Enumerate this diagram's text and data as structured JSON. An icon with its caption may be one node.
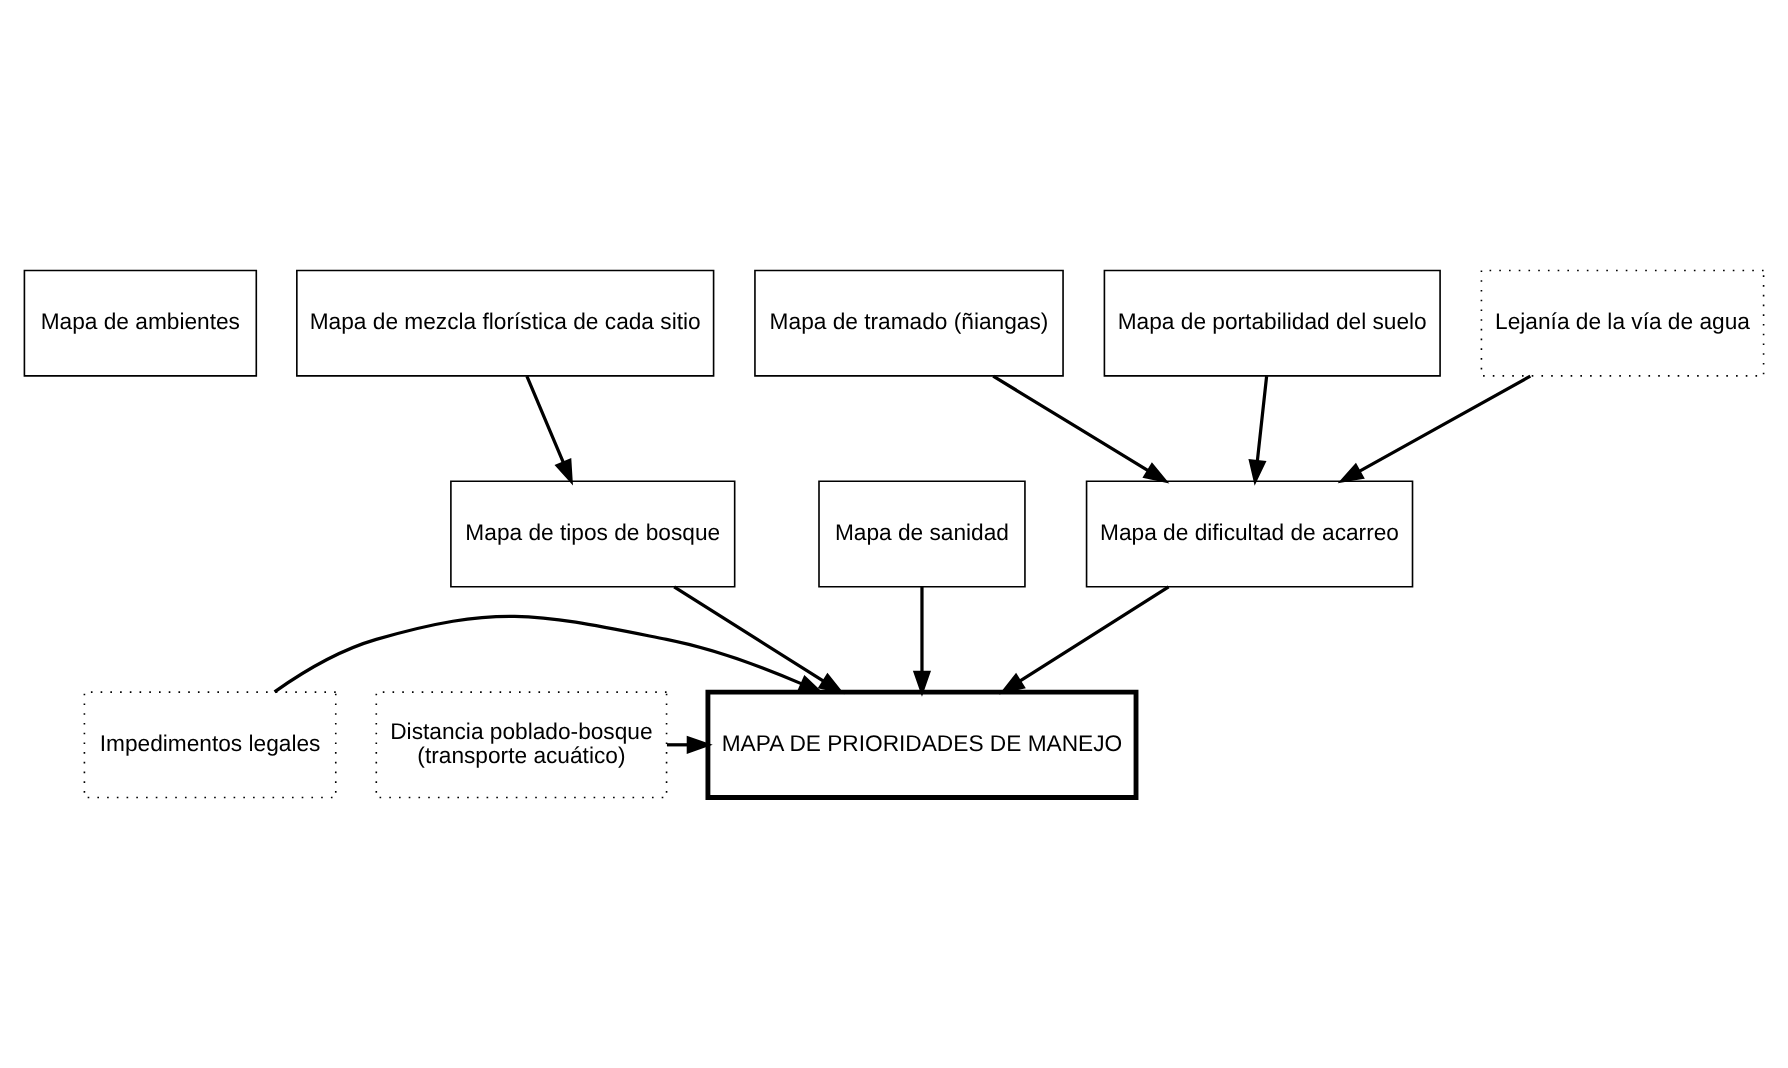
{
  "diagram": {
    "nodes": [
      {
        "text": [
          "Mapa de ambientes"
        ]
      },
      {
        "text": [
          "Mapa de mezcla florística de cada sitio"
        ]
      },
      {
        "text": [
          "Mapa de tramado (ñiangas)"
        ]
      },
      {
        "text": [
          "Mapa de portabilidad del suelo"
        ]
      },
      {
        "text": [
          "Lejanía de la vía de agua"
        ]
      },
      {
        "text": [
          "Mapa de tipos de bosque"
        ]
      },
      {
        "text": [
          "Mapa de sanidad"
        ]
      },
      {
        "text": [
          "Mapa de dificultad de acarreo"
        ]
      },
      {
        "text": [
          "Impedimentos legales"
        ]
      },
      {
        "text": [
          "MAPA DE PRIORIDADES DE MANEJO"
        ]
      },
      {
        "text": [
          "Distancia poblado-bosque",
          "(transporte acuático)"
        ]
      }
    ],
    "edges": [
      {
        "from": 1,
        "to": 5,
        "arrow": "to"
      },
      {
        "from": 2,
        "to": 7,
        "arrow": "to"
      },
      {
        "from": 3,
        "to": 7,
        "arrow": "to"
      },
      {
        "from": 4,
        "to": 7,
        "arrow": "to"
      },
      {
        "from": 5,
        "to": 9,
        "arrow": "to"
      },
      {
        "from": 6,
        "to": 9,
        "arrow": "to"
      },
      {
        "from": 7,
        "to": 9,
        "arrow": "to"
      },
      {
        "from": 8,
        "to": 9,
        "arrow": "to"
      },
      {
        "from": 10,
        "to": 9,
        "arrow": "to"
      }
    ]
  }
}
